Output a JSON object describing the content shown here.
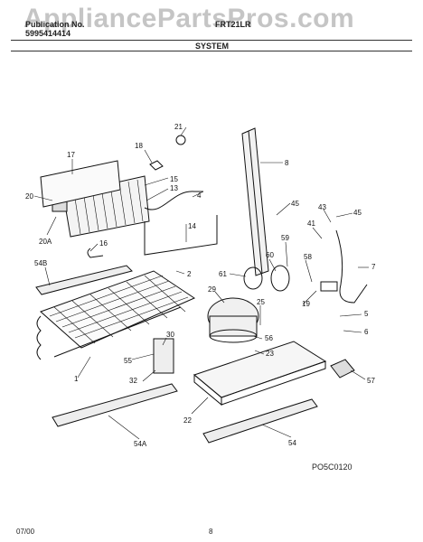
{
  "header": {
    "brand_line1": "Publication No.",
    "brand_line2": "5995414414",
    "model": "FRT21LR",
    "section": "SYSTEM"
  },
  "watermark": "AppliancePartsPros.com",
  "diagram_code": "PO5C0120",
  "footer": {
    "date": "07/00",
    "page": "8"
  },
  "callouts": [
    "21",
    "18",
    "17",
    "15",
    "13",
    "4",
    "20",
    "20A",
    "16",
    "14",
    "8",
    "45",
    "43",
    "41",
    "45",
    "7",
    "54B",
    "2",
    "61",
    "60",
    "59",
    "58",
    "29",
    "25",
    "19",
    "5",
    "6",
    "56",
    "23",
    "55",
    "30",
    "32",
    "1",
    "57",
    "22",
    "54A",
    "54"
  ],
  "colors": {
    "line": "#111111",
    "watermark": "#999999"
  }
}
